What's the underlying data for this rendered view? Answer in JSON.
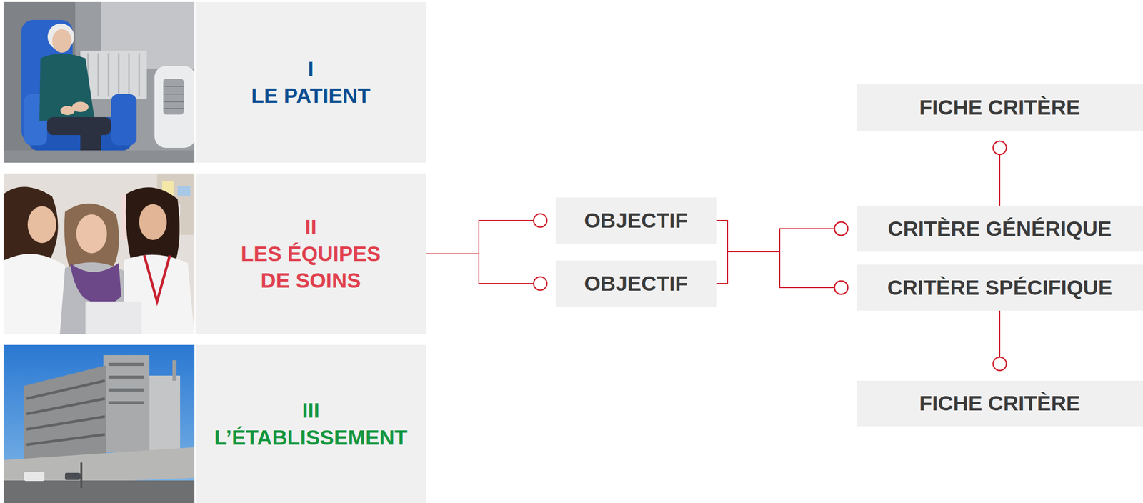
{
  "diagram": {
    "nodes": [
      {
        "text": [
          "I",
          "LE PATIENT"
        ]
      },
      {
        "text": [
          "II",
          "LES ÉQUIPES DE SOINS"
        ]
      },
      {
        "text": [
          "III",
          "L’ÉTABLISSEMENT"
        ]
      },
      {
        "text": [
          "OBJECTIF"
        ]
      },
      {
        "text": [
          "OBJECTIF"
        ]
      },
      {
        "text": [
          "FICHE CRITÈRE"
        ]
      },
      {
        "text": [
          "CRITÈRE GÉNÉRIQUE"
        ]
      },
      {
        "text": [
          "CRITÈRE SPÉCIFIQUE"
        ]
      },
      {
        "text": [
          "FICHE CRITÈRE"
        ]
      }
    ],
    "edges": [
      {
        "from": 1,
        "to": 3,
        "arrow": "none"
      },
      {
        "from": 1,
        "to": 4,
        "arrow": "none"
      },
      {
        "from": 3,
        "to": 6,
        "arrow": "none"
      },
      {
        "from": 3,
        "to": 7,
        "arrow": "none"
      },
      {
        "from": 4,
        "to": 6,
        "arrow": "none"
      },
      {
        "from": 4,
        "to": 7,
        "arrow": "none"
      },
      {
        "from": 6,
        "to": 5,
        "arrow": "none"
      },
      {
        "from": 7,
        "to": 8,
        "arrow": "none"
      }
    ]
  }
}
